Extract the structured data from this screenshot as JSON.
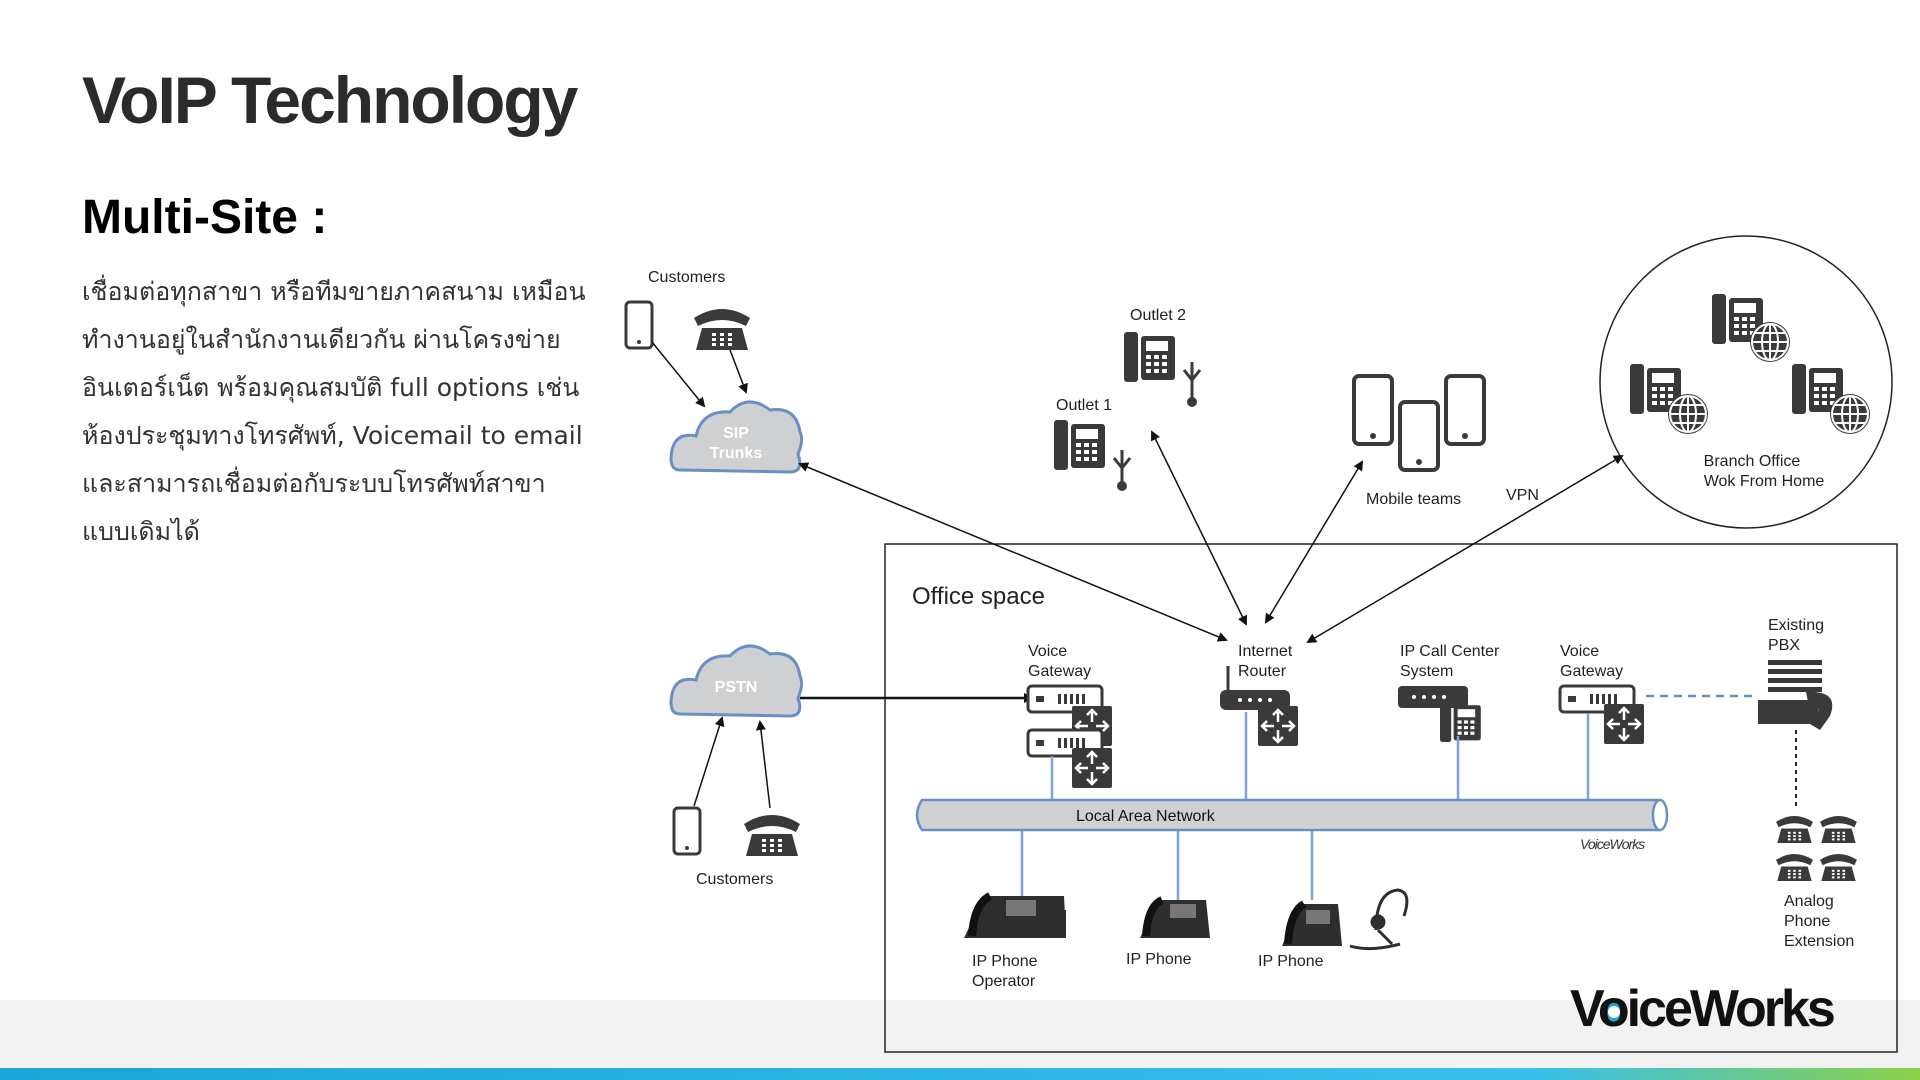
{
  "header": {
    "title": "VoIP Technology",
    "subtitle": "Multi-Site :"
  },
  "body": {
    "lines": [
      "เชื่อมต่อทุกสาขา หรือทีมขายภาคสนาม เหมือน",
      "ทำงานอยู่ในสำนักงานเดียวกัน ผ่านโครงข่าย",
      "อินเตอร์เน็ต พร้อมคุณสมบัติ full options เช่น",
      "ห้องประชุมทางโทรศัพท์, Voicemail to email",
      "และสามารถเชื่อมต่อกับระบบโทรศัพท์สาขา",
      "แบบเดิมได้"
    ]
  },
  "diagram": {
    "customers_top": "Customers",
    "customers_bottom": "Customers",
    "sip_trunks": [
      "SIP",
      "Trunks"
    ],
    "pstn": "PSTN",
    "outlet1": "Outlet 1",
    "outlet2": "Outlet 2",
    "mobile_teams": "Mobile teams",
    "vpn": "VPN",
    "branch": [
      "Branch Office",
      "Wok From Home"
    ],
    "office_space": "Office space",
    "voice_gateway_left": [
      "Voice",
      "Gateway"
    ],
    "internet_router": [
      "Internet",
      "Router"
    ],
    "ip_call_center": [
      "IP Call Center",
      "System"
    ],
    "voice_gateway_right": [
      "Voice",
      "Gateway"
    ],
    "existing_pbx": [
      "Existing",
      "PBX"
    ],
    "lan": "Local Area Network",
    "lan_brand": "VoiceWorks",
    "ip_phone_operator": [
      "IP Phone",
      "Operator"
    ],
    "ip_phone_1": "IP Phone",
    "ip_phone_2": "IP Phone",
    "analog": [
      "Analog",
      "Phone",
      "Extension"
    ]
  },
  "brand": {
    "logo_text": "VoiceWorks"
  },
  "colors": {
    "cloud": "#cfd0d2",
    "cloud_stroke": "#6a8fc6",
    "icon": "#3a3a3a",
    "line_blue": "#7ea1d8",
    "accent": "#1aa6d8"
  }
}
